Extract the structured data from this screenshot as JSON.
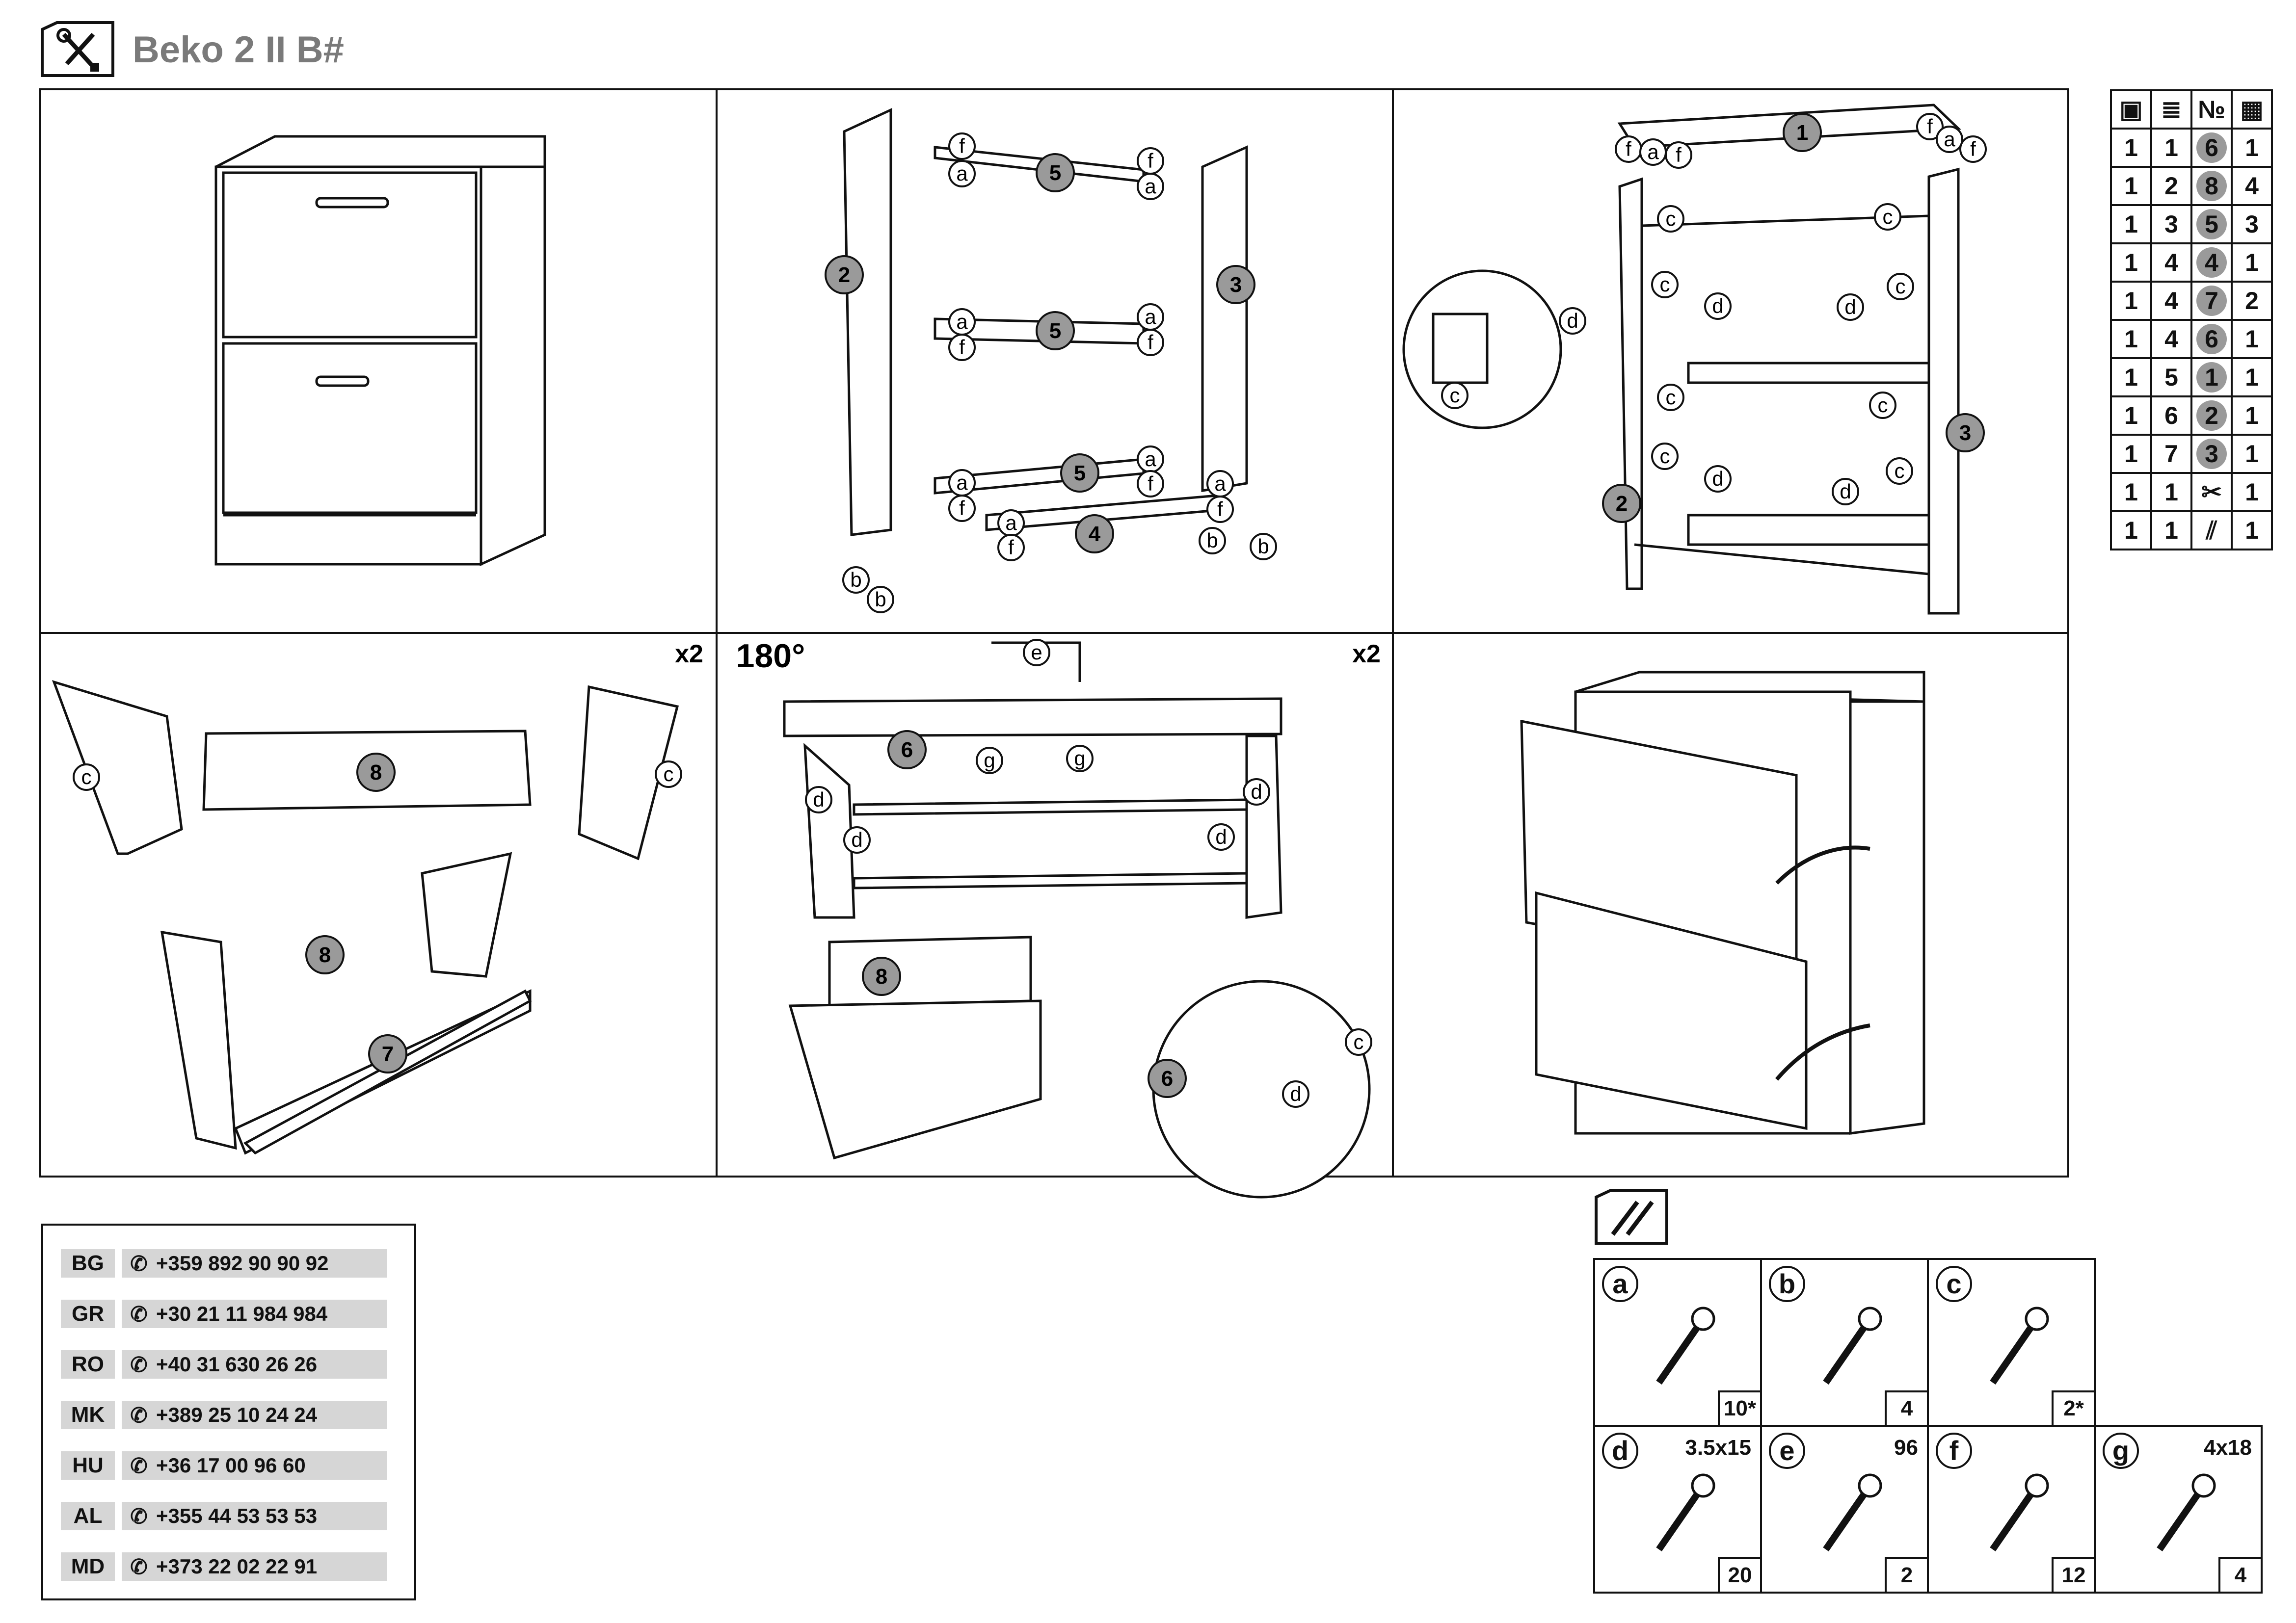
{
  "title": "Beko 2 II B#",
  "steps": {
    "x2_left": "x2",
    "x2_mid": "x2",
    "rotate": "180°"
  },
  "parts_table": {
    "rows": [
      [
        "1",
        "1",
        "6",
        "1"
      ],
      [
        "1",
        "2",
        "8",
        "4"
      ],
      [
        "1",
        "3",
        "5",
        "3"
      ],
      [
        "1",
        "4",
        "4",
        "1"
      ],
      [
        "1",
        "4",
        "7",
        "2"
      ],
      [
        "1",
        "4",
        "6",
        "1"
      ],
      [
        "1",
        "5",
        "1",
        "1"
      ],
      [
        "1",
        "6",
        "2",
        "1"
      ],
      [
        "1",
        "7",
        "3",
        "1"
      ],
      [
        "1",
        "1",
        "",
        "1"
      ],
      [
        "1",
        "1",
        "",
        "1"
      ]
    ],
    "header_no": "№"
  },
  "phones": [
    {
      "cc": "BG",
      "number": "+359 892 90 90 92"
    },
    {
      "cc": "GR",
      "number": "+30 21 11 984 984"
    },
    {
      "cc": "RO",
      "number": "+40 31 630 26 26"
    },
    {
      "cc": "MK",
      "number": "+389 25 10 24 24"
    },
    {
      "cc": "HU",
      "number": "+36 17 00 96 60"
    },
    {
      "cc": "AL",
      "number": "+355 44 53 53 53"
    },
    {
      "cc": "MD",
      "number": "+373 22 02 22 91"
    }
  ],
  "hardware": [
    {
      "letter": "a",
      "qty": "10*",
      "size": ""
    },
    {
      "letter": "b",
      "qty": "4",
      "size": ""
    },
    {
      "letter": "c",
      "qty": "2*",
      "size": ""
    },
    {
      "letter": "d",
      "qty": "20",
      "size": "3.5x15"
    },
    {
      "letter": "e",
      "qty": "2",
      "size": "96"
    },
    {
      "letter": "f",
      "qty": "12",
      "size": ""
    },
    {
      "letter": "g",
      "qty": "4",
      "size": "4x18"
    }
  ],
  "labels": {
    "n1": "1",
    "n2": "2",
    "n3": "3",
    "n4": "4",
    "n5": "5",
    "n6": "6",
    "n7": "7",
    "n8": "8",
    "a": "a",
    "b": "b",
    "c": "c",
    "d": "d",
    "e": "e",
    "f": "f",
    "g": "g"
  }
}
